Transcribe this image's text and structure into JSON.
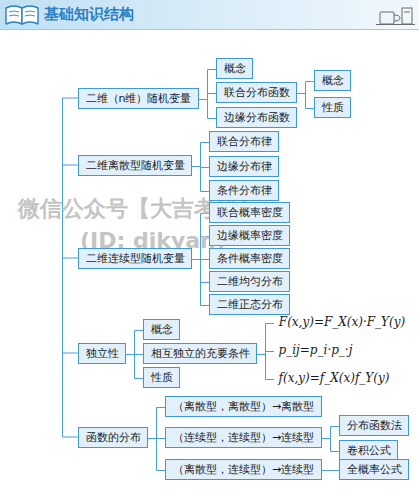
{
  "diagram": {
    "title": "基础知识结构",
    "nodes": [
      {
        "text": [
          "二维（n维）随机变量"
        ]
      },
      {
        "text": [
          "概念"
        ]
      },
      {
        "text": [
          "联合分布函数"
        ]
      },
      {
        "text": [
          "概念"
        ]
      },
      {
        "text": [
          "性质"
        ]
      },
      {
        "text": [
          "边缘分布函数"
        ]
      },
      {
        "text": [
          "二维离散型随机变量"
        ]
      },
      {
        "text": [
          "联合分布律"
        ]
      },
      {
        "text": [
          "边缘分布律"
        ]
      },
      {
        "text": [
          "条件分布律"
        ]
      },
      {
        "text": [
          "二维连续型随机变量"
        ]
      },
      {
        "text": [
          "联合概率密度"
        ]
      },
      {
        "text": [
          "边缘概率密度"
        ]
      },
      {
        "text": [
          "条件概率密度"
        ]
      },
      {
        "text": [
          "二维均匀分布"
        ]
      },
      {
        "text": [
          "二维正态分布"
        ]
      },
      {
        "text": [
          "独立性"
        ]
      },
      {
        "text": [
          "概念"
        ]
      },
      {
        "text": [
          "相互独立的充要条件"
        ]
      },
      {
        "text": [
          "F(x,y)=F_X(x)·F_Y(y)"
        ]
      },
      {
        "text": [
          "p_ij=p_i·p_·j"
        ]
      },
      {
        "text": [
          "f(x,y)=f_X(x)f_Y(y)"
        ]
      },
      {
        "text": [
          "性质"
        ]
      },
      {
        "text": [
          "函数的分布"
        ]
      },
      {
        "text": [
          "（离散型，离散型）→离散型"
        ]
      },
      {
        "text": [
          "（连续型，连续型）→连续型"
        ]
      },
      {
        "text": [
          "分布函数法"
        ]
      },
      {
        "text": [
          "卷积公式"
        ]
      },
      {
        "text": [
          "（离散型，连续型）→连续型"
        ]
      },
      {
        "text": [
          "全概率公式"
        ]
      }
    ],
    "edges": [
      {
        "from": 0,
        "to": 1,
        "arrow": "none"
      },
      {
        "from": 0,
        "to": 2,
        "arrow": "none"
      },
      {
        "from": 2,
        "to": 3,
        "arrow": "none"
      },
      {
        "from": 2,
        "to": 4,
        "arrow": "none"
      },
      {
        "from": 0,
        "to": 5,
        "arrow": "none"
      },
      {
        "from": 6,
        "to": 7,
        "arrow": "none"
      },
      {
        "from": 6,
        "to": 8,
        "arrow": "none"
      },
      {
        "from": 6,
        "to": 9,
        "arrow": "none"
      },
      {
        "from": 10,
        "to": 11,
        "arrow": "none"
      },
      {
        "from": 10,
        "to": 12,
        "arrow": "none"
      },
      {
        "from": 10,
        "to": 13,
        "arrow": "none"
      },
      {
        "from": 10,
        "to": 14,
        "arrow": "none"
      },
      {
        "from": 10,
        "to": 15,
        "arrow": "none"
      },
      {
        "from": 16,
        "to": 17,
        "arrow": "none"
      },
      {
        "from": 16,
        "to": 18,
        "arrow": "none"
      },
      {
        "from": 18,
        "to": 19,
        "arrow": "none"
      },
      {
        "from": 18,
        "to": 20,
        "arrow": "none"
      },
      {
        "from": 18,
        "to": 21,
        "arrow": "none"
      },
      {
        "from": 16,
        "to": 22,
        "arrow": "none"
      },
      {
        "from": 23,
        "to": 24,
        "arrow": "none"
      },
      {
        "from": 23,
        "to": 25,
        "arrow": "none"
      },
      {
        "from": 25,
        "to": 26,
        "arrow": "none"
      },
      {
        "from": 25,
        "to": 27,
        "arrow": "none"
      },
      {
        "from": 23,
        "to": 28,
        "arrow": "none"
      },
      {
        "from": 28,
        "to": 29,
        "arrow": "none"
      }
    ],
    "labels": [
      "微信公众号【大吉考研】",
      "(ID: djkyan)"
    ]
  }
}
